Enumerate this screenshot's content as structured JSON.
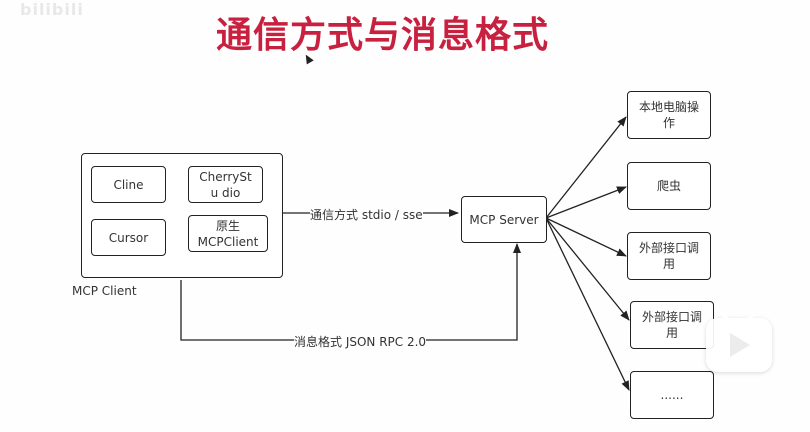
{
  "watermark": "bilibili",
  "title": "通信方式与消息格式",
  "client": {
    "container_label": "MCP Client",
    "items": [
      {
        "label": "Cline"
      },
      {
        "label": "CherryStu dio"
      },
      {
        "label": "Cursor"
      },
      {
        "label": "原生 MCPClient"
      }
    ]
  },
  "server": {
    "label": "MCP Server"
  },
  "connections": {
    "transport_label": "通信方式 stdio / sse",
    "message_label": "消息格式 JSON RPC 2.0"
  },
  "targets": [
    {
      "label": "本地电脑操作"
    },
    {
      "label": "爬虫"
    },
    {
      "label": "外部接口调用"
    },
    {
      "label": "外部接口调用"
    },
    {
      "label": "......"
    }
  ],
  "overlay": {
    "icon": "bilibili-play-icon"
  },
  "colors": {
    "title": "#c8203f",
    "stroke": "#222222"
  }
}
